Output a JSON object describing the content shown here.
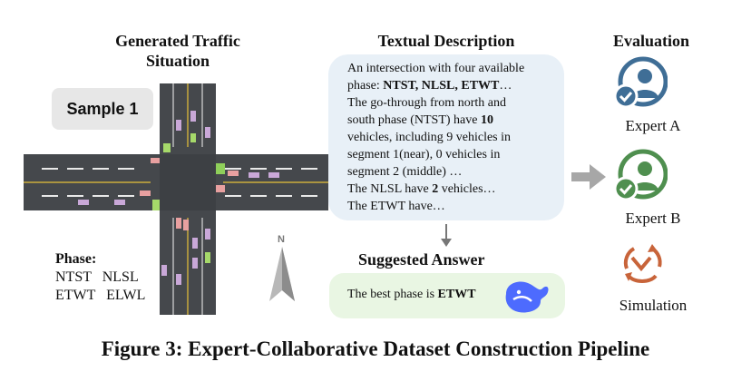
{
  "headers": {
    "traffic": "Generated Traffic\nSituation",
    "textual": "Textual Description",
    "evaluation": "Evaluation"
  },
  "sample_label": "Sample 1",
  "phase": {
    "title": "Phase:",
    "row1": "NTST   NLSL",
    "row2": "ETWT   ELWL"
  },
  "compass_label": "N",
  "description": {
    "line1": "An intersection with four available",
    "line2_prefix": "phase: ",
    "line2_bold": "NTST, NLSL, ETWT",
    "line2_suffix": "…",
    "line3": "The go-through from north and",
    "line4_prefix": "south phase (NTST) have ",
    "line4_bold": "10",
    "line5": "vehicles, including 9 vehicles in",
    "line6": "segment 1(near), 0 vehicles in",
    "line7": "segment 2 (middle) …",
    "line8_prefix": "The NLSL have ",
    "line8_bold": "2",
    "line8_suffix": " vehicles…",
    "line9": "The ETWT have…"
  },
  "suggested_answer": {
    "title": "Suggested Answer",
    "prefix": "The best phase is ",
    "bold": "ETWT"
  },
  "evaluators": [
    {
      "label": "Expert A",
      "icon": "user-check-icon",
      "color": "#3f6e96"
    },
    {
      "label": "Expert B",
      "icon": "user-check-icon",
      "color": "#4f8f4f"
    },
    {
      "label": "Simulation",
      "icon": "cycle-arrows-icon",
      "color": "#c8643a"
    }
  ],
  "caption": "Figure 3: Expert-Collaborative Dataset Construction Pipeline"
}
